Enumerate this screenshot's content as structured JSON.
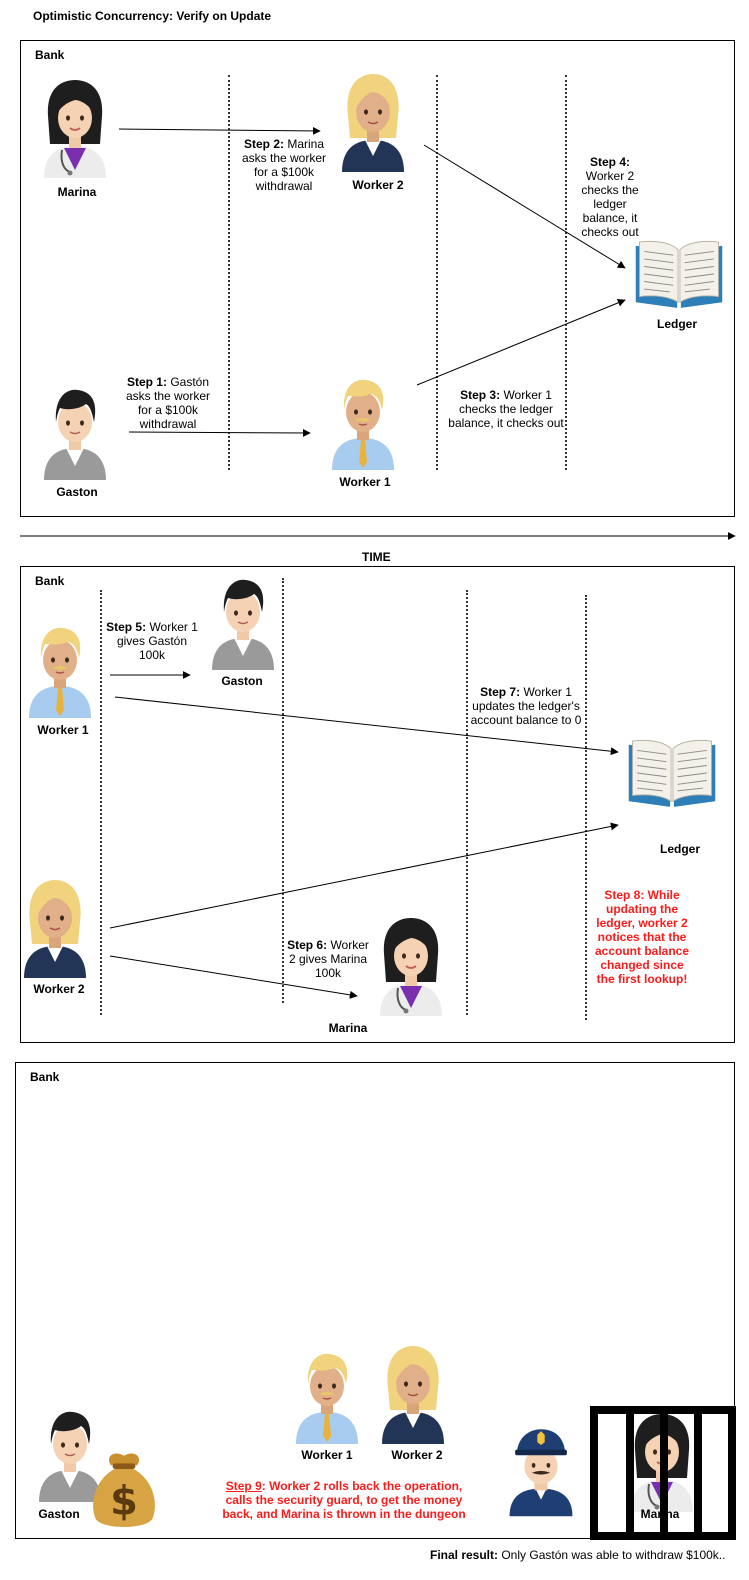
{
  "title": "Optimistic Concurrency: Verify on Update",
  "time_label": "TIME",
  "panel1": {
    "bank": "Bank",
    "marina": "Marina",
    "gaston": "Gaston",
    "worker1": "Worker 1",
    "worker2": "Worker 2",
    "ledger": "Ledger",
    "step1": {
      "bold": "Step 1:",
      "text": " Gastón asks the worker for a $100k withdrawal"
    },
    "step2": {
      "bold": "Step 2:",
      "text": " Marina asks the worker for a $100k withdrawal"
    },
    "step3": {
      "bold": "Step 3:",
      "text": " Worker 1 checks the ledger balance, it checks out"
    },
    "step4": {
      "bold": "Step 4:",
      "text": " Worker 2 checks the ledger balance, it checks out"
    }
  },
  "panel2": {
    "bank": "Bank",
    "worker1": "Worker 1",
    "worker2": "Worker 2",
    "gaston": "Gaston",
    "marina": "Marina",
    "ledger": "Ledger",
    "step5": {
      "bold": "Step 5:",
      "text": " Worker 1 gives Gastón 100k"
    },
    "step6": {
      "bold": "Step 6:",
      "text": " Worker 2 gives Marina 100k"
    },
    "step7": {
      "bold": "Step 7:",
      "text": " Worker 1 updates the ledger's account balance to 0"
    },
    "step8": "Step 8: While updating the ledger, worker 2 notices that the account balance changed since the first lookup!"
  },
  "panel3": {
    "bank": "Bank",
    "gaston": "Gaston",
    "worker1": "Worker 1",
    "worker2": "Worker 2",
    "marina": "Marina",
    "step9_label": "Step 9",
    "step9_text": ": Worker 2 rolls back the operation, calls the security guard, to get the money back, and Marina is thrown in the dungeon"
  },
  "final": {
    "bold": "Final result:",
    "text": " Only Gastón was able to withdraw $100k.."
  },
  "icons": [
    "doctor-woman-icon",
    "office-man-icon",
    "blonde-woman-icon",
    "blonde-man-icon",
    "ledger-book-icon",
    "money-bag-icon",
    "police-officer-icon",
    "jail-bars-icon"
  ],
  "colors": {
    "accent_red": "#ff1a1a",
    "line": "#000000"
  }
}
